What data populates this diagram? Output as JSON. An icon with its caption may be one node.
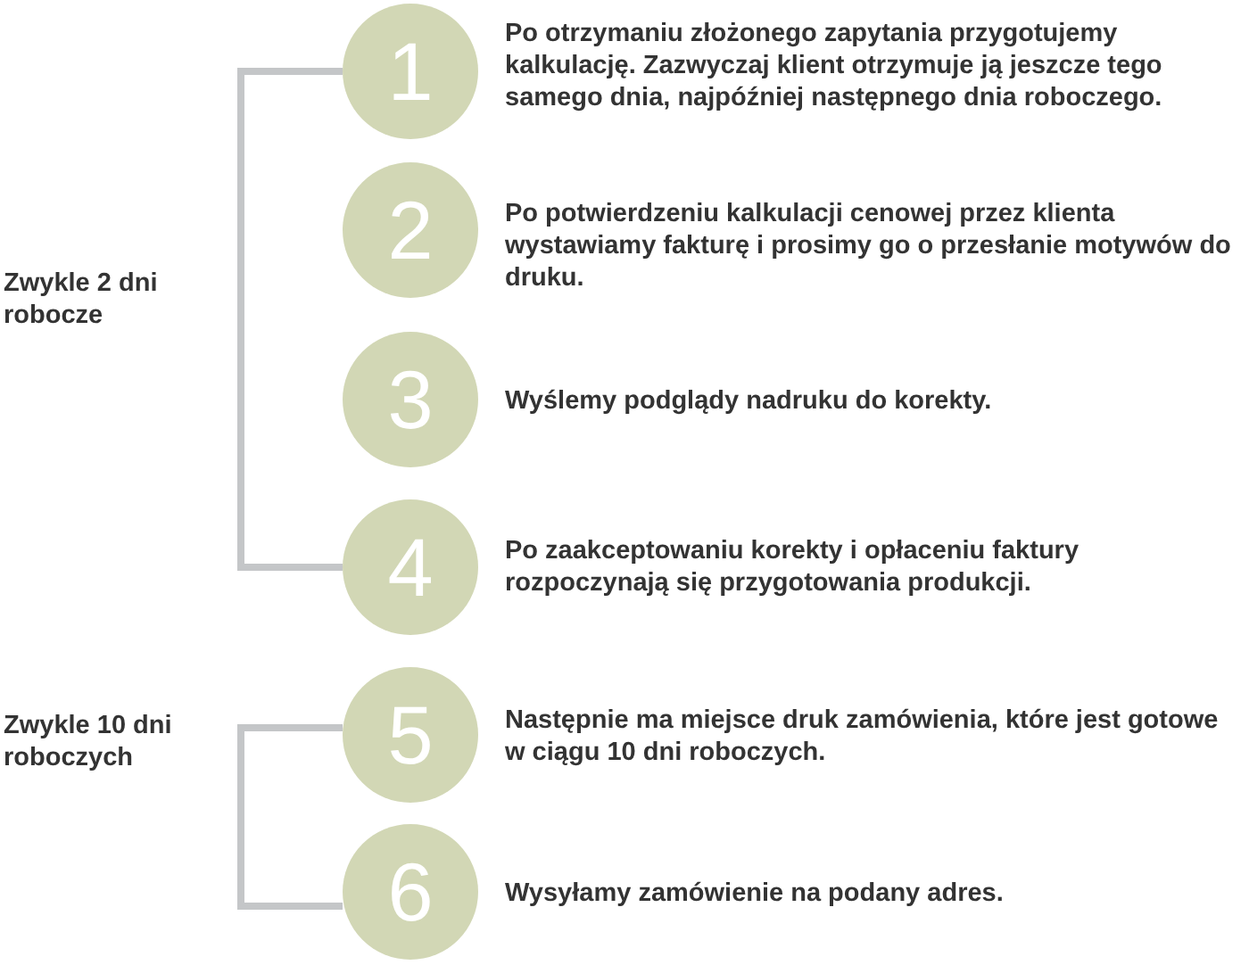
{
  "diagram": {
    "nodes": [
      {
        "text": [
          "1"
        ],
        "beside": [
          "Po otrzymaniu złożonego zapytania przygotujemy kalkulację. Zazwyczaj klient otrzymuje ją jeszcze tego samego dnia, najpóźniej następnego dnia roboczego."
        ]
      },
      {
        "text": [
          "2"
        ],
        "beside": [
          "Po potwierdzeniu kalkulacji cenowej przez klienta wystawiamy fakturę i prosimy go o przesłanie motywów do druku."
        ]
      },
      {
        "text": [
          "3"
        ],
        "beside": [
          "Wyślemy podglądy nadruku do korekty."
        ]
      },
      {
        "text": [
          "4"
        ],
        "beside": [
          "Po zaakceptowaniu korekty i opłaceniu faktury rozpoczynają się przygotowania produkcji."
        ]
      },
      {
        "text": [
          "5"
        ],
        "beside": [
          "Następnie ma miejsce druk zamówienia, które jest gotowe w ciągu 10 dni roboczych."
        ]
      },
      {
        "text": [
          "6"
        ],
        "beside": [
          "Wysyłamy zamówienie na podany adres."
        ]
      }
    ],
    "labels": [
      "Zwykle 2 dni robocze",
      "Zwykle 10 dni roboczych"
    ]
  }
}
